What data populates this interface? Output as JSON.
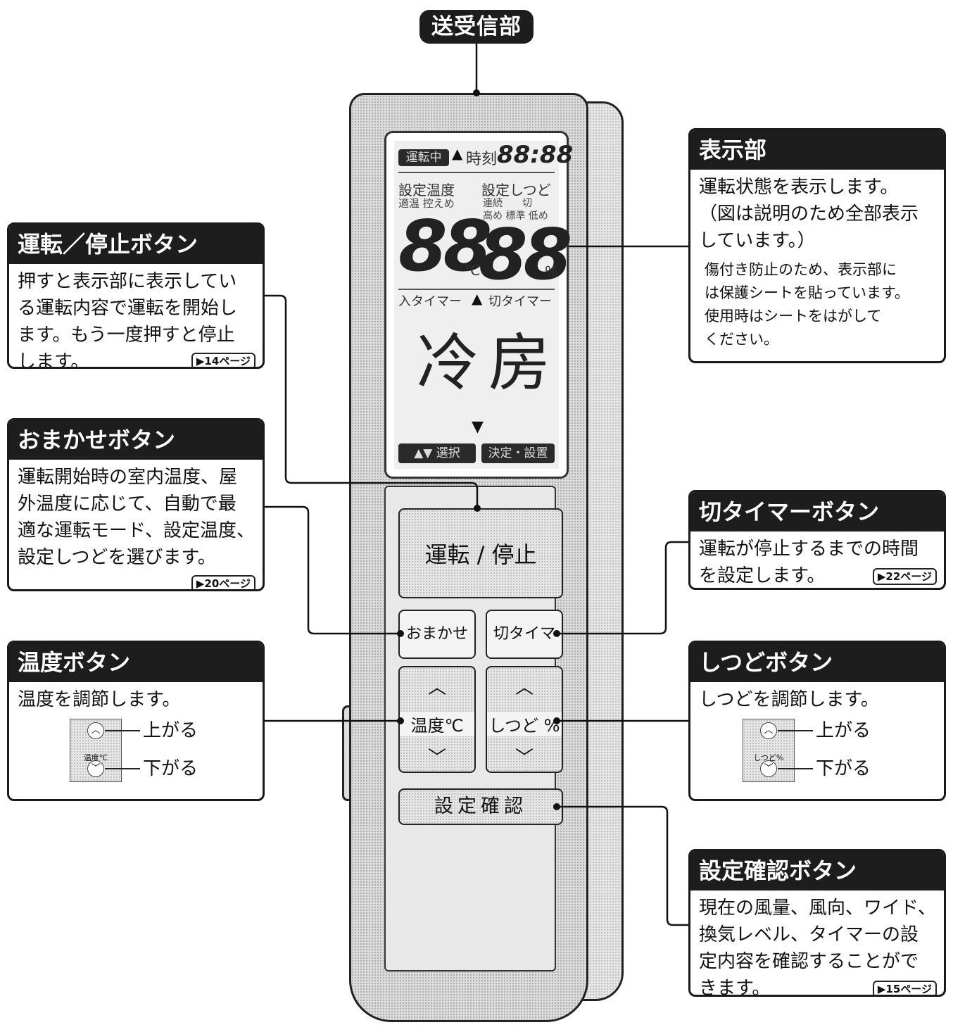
{
  "top_label": "送受信部",
  "display_section": {
    "title": "表示部",
    "lines": [
      "運転状態を表示します。",
      "（図は説明のため全部表示",
      "しています。）"
    ],
    "note": [
      "傷付き防止のため、表示部に",
      "は保護シートを貼っています。",
      "使用時はシートをはがして",
      "ください。"
    ]
  },
  "power_section": {
    "title": "運転／停止ボタン",
    "lines": [
      "押すと表示部に表示してい",
      "る運転内容で運転を開始し",
      "ます。もう一度押すと停止",
      "します。"
    ],
    "ref": "▶14ページ"
  },
  "omakase_section": {
    "title": "おまかせボタン",
    "lines": [
      "運転開始時の室内温度、屋",
      "外温度に応じて、自動で最",
      "適な運転モード、設定温度、",
      "設定しつどを選びます。"
    ],
    "ref": "▶20ページ"
  },
  "timer_section": {
    "title": "切タイマーボタン",
    "lines": [
      "運転が停止するまでの時間",
      "を設定します。"
    ],
    "ref": "▶22ページ"
  },
  "temp_section": {
    "title": "温度ボタン",
    "lines": [
      "温度を調節します。"
    ],
    "mini_label": "温度℃",
    "up": "上がる",
    "down": "下がる"
  },
  "humidity_section": {
    "title": "しつどボタン",
    "lines": [
      "しつどを調節します。"
    ],
    "mini_label": "しつど%",
    "up": "上がる",
    "down": "下がる"
  },
  "confirm_section": {
    "title": "設定確認ボタン",
    "lines": [
      "現在の風量、風向、ワイド、",
      "換気レベル、タイマーの設",
      "定内容を確認することがで",
      "きます。"
    ],
    "ref": "▶15ページ"
  },
  "lcd": {
    "badge_run": "運転中",
    "clock_label": "時刻",
    "clock_value": "88:88",
    "set_temp_label": "設定温度",
    "set_humidity_label": "設定しつど",
    "temp_sub": "適温 控えめ",
    "humid_sub": "連続　　切",
    "humid_levels": "高め 標準 低め",
    "temp_digits": "88",
    "temp_unit": "℃",
    "humid_digits": "88",
    "humid_unit": "%",
    "timer_on": "入タイマー",
    "timer_off": "切タイマー",
    "mode_1": "冷",
    "mode_2": "房",
    "select_pill": "選択",
    "decide_pill": "決定・設置"
  },
  "buttons": {
    "power": "運転 / 停止",
    "omakase": "おまかせ",
    "off_timer": "切タイマー",
    "temp": "温度℃",
    "humidity": "しつど %",
    "confirm": "設定確認",
    "up_chevron": "︿",
    "down_chevron": "﹀"
  }
}
